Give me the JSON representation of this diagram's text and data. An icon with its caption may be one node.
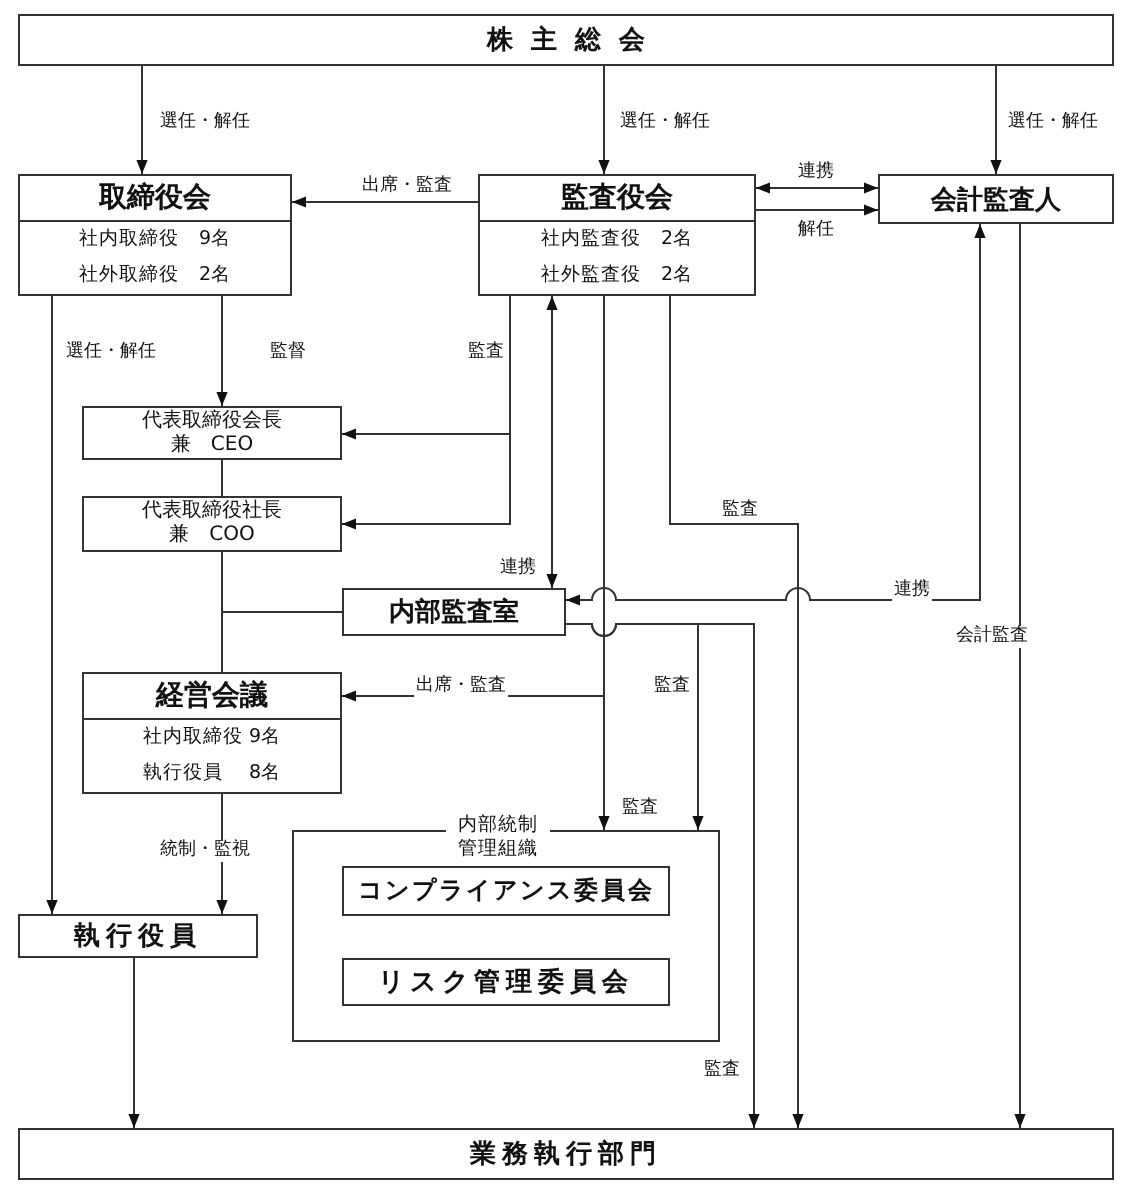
{
  "diagram": {
    "nodes": [
      {
        "text": [
          "株主総会"
        ]
      },
      {
        "text": [
          "取締役会",
          "社内取締役　9名",
          "社外取締役　2名"
        ]
      },
      {
        "text": [
          "監査役会",
          "社内監査役　2名",
          "社外監査役　2名"
        ]
      },
      {
        "text": [
          "会計監査人"
        ]
      },
      {
        "text": [
          "代表取締役会長兼　CEO"
        ]
      },
      {
        "text": [
          "代表取締役社長兼　COO"
        ]
      },
      {
        "text": [
          "内部監査室"
        ]
      },
      {
        "text": [
          "経営会議",
          "社内取締役 9名",
          "執行役員　 8名"
        ]
      },
      {
        "text": [
          "内部統制管理組織"
        ]
      },
      {
        "text": [
          "コンプライアンス委員会"
        ],
        "in": 8
      },
      {
        "text": [
          "リスク管理委員会"
        ],
        "in": 8
      },
      {
        "text": [
          "執行役員"
        ]
      },
      {
        "text": [
          "業務執行部門"
        ]
      }
    ],
    "edges": [
      {
        "from": 0,
        "to": 1,
        "arrow": "to",
        "label": "選任・解任"
      },
      {
        "from": 0,
        "to": 2,
        "arrow": "to",
        "label": "選任・解任"
      },
      {
        "from": 0,
        "to": 3,
        "arrow": "to",
        "label": "選任・解任"
      },
      {
        "from": 2,
        "to": 1,
        "arrow": "to",
        "label": "出席・監査"
      },
      {
        "from": 2,
        "to": 3,
        "arrow": "both",
        "label": "連携"
      },
      {
        "from": 2,
        "to": 3,
        "arrow": "to",
        "label": "解任"
      },
      {
        "from": 1,
        "to": 11,
        "arrow": "to",
        "label": "選任・解任"
      },
      {
        "from": 1,
        "to": 4,
        "arrow": "to",
        "label": "監督"
      },
      {
        "from": 2,
        "to": 4,
        "arrow": "to",
        "label": "監査"
      },
      {
        "from": 2,
        "to": 5,
        "arrow": "to"
      },
      {
        "from": 2,
        "to": 6,
        "arrow": "both",
        "label": "連携"
      },
      {
        "from": 2,
        "to": 7,
        "arrow": "to",
        "label": "出席・監査"
      },
      {
        "from": 2,
        "to": 8,
        "arrow": "to",
        "label": "監査"
      },
      {
        "from": 2,
        "to": 12,
        "arrow": "to",
        "label": "監査"
      },
      {
        "from": 3,
        "to": 6,
        "arrow": "both",
        "label": "連携"
      },
      {
        "from": 3,
        "to": 12,
        "arrow": "to",
        "label": "会計監査"
      },
      {
        "from": 6,
        "to": 8,
        "arrow": "to",
        "label": "監査"
      },
      {
        "from": 6,
        "to": 12,
        "arrow": "to",
        "label": "監査"
      },
      {
        "from": 4,
        "to": 5,
        "arrow": "none"
      },
      {
        "from": 5,
        "to": 7,
        "arrow": "none"
      },
      {
        "from": 6,
        "to": 5,
        "arrow": "none"
      },
      {
        "from": 7,
        "to": 11,
        "arrow": "to",
        "label": "統制・監視"
      },
      {
        "from": 11,
        "to": 12,
        "arrow": "to"
      }
    ]
  }
}
